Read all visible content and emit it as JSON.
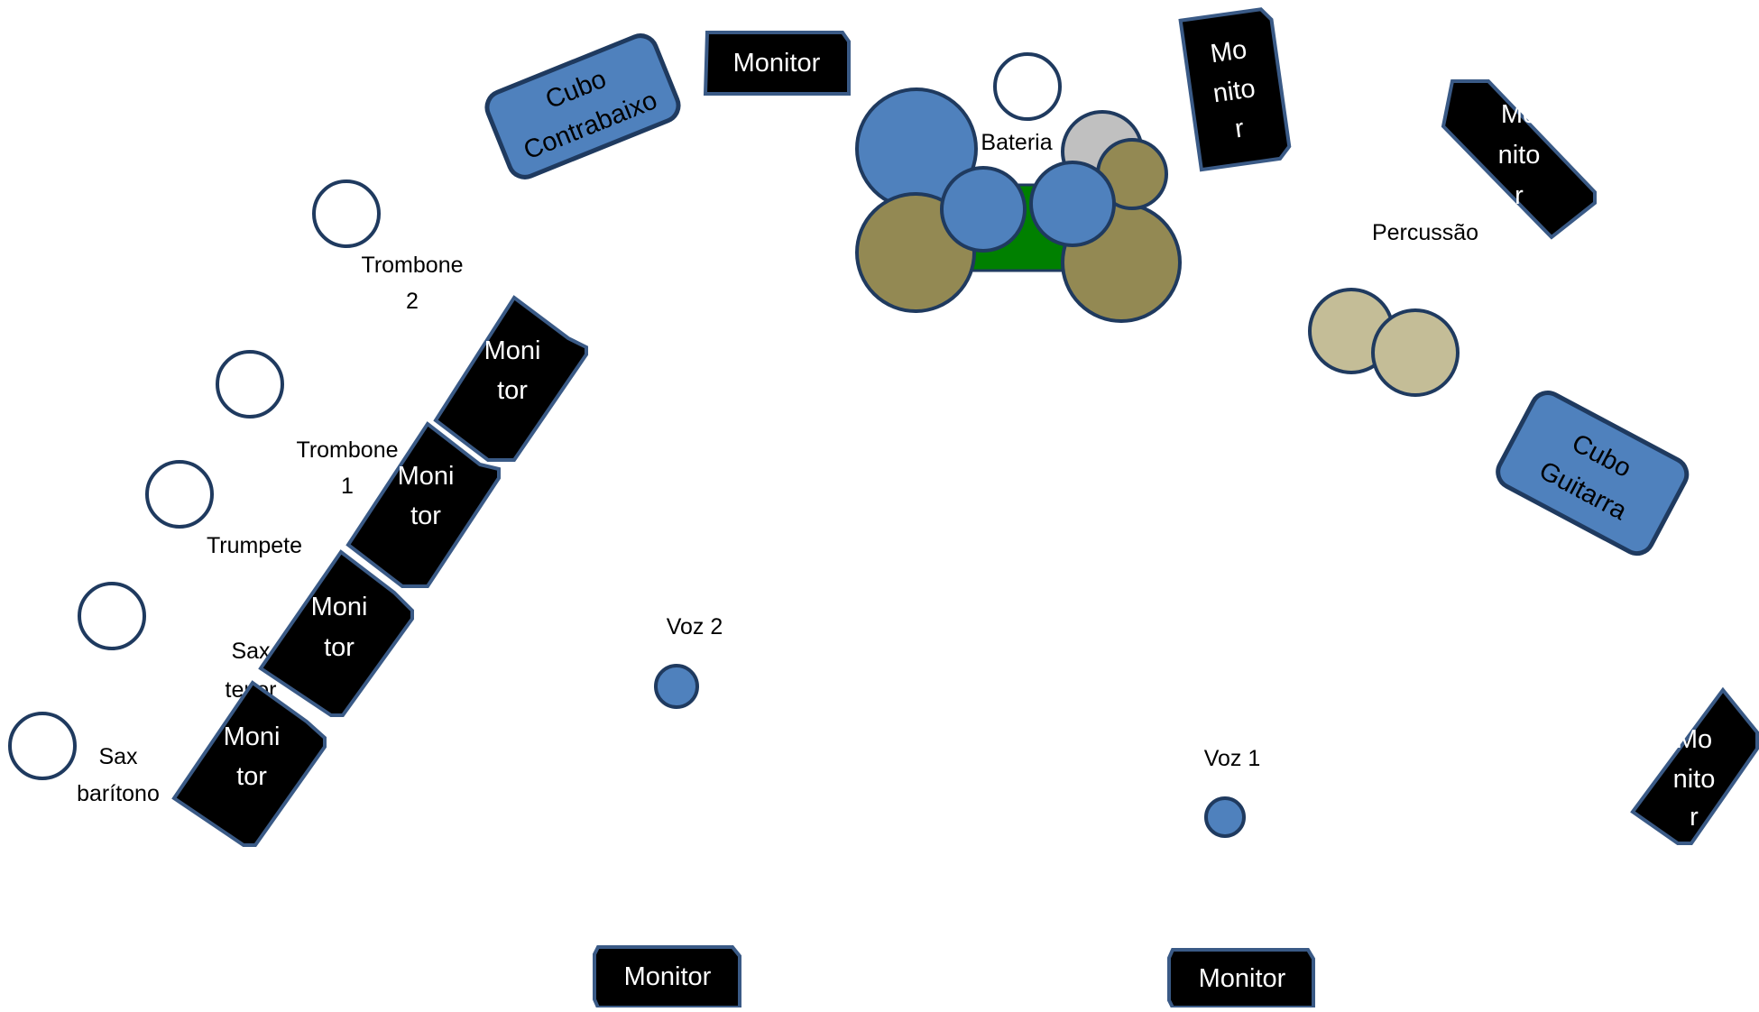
{
  "stage_plot": {
    "colors": {
      "monitor_fill": "#000000",
      "monitor_border": "#3a5a86",
      "amp_fill": "#4f81bd",
      "amp_border": "#1f3a5f",
      "drum_blue": "#4f81bd",
      "drum_olive": "#938953",
      "cymbal_grey": "#c0c0c0",
      "drum_riser": "#008000",
      "percussion": "#c4bd97",
      "ring_border": "#1f3a5f"
    },
    "amps": {
      "bass": {
        "line1": "Cubo",
        "line2": "Contrabaixo"
      },
      "guitar": {
        "line1": "Cubo",
        "line2": "Guitarra"
      }
    },
    "monitors": {
      "top": "Monitor",
      "right_top": {
        "line1": "Mo",
        "line2": "nito",
        "line3": "r"
      },
      "right_mid": {
        "line1": "Mo",
        "line2": "nito",
        "line3": "r"
      },
      "right_bottom": {
        "line1": "Mo",
        "line2": "nito",
        "line3": "r"
      },
      "horns_1": {
        "line1": "Moni",
        "line2": "tor"
      },
      "horns_2": {
        "line1": "Moni",
        "line2": "tor"
      },
      "horns_3": {
        "line1": "Moni",
        "line2": "tor"
      },
      "horns_4": {
        "line1": "Moni",
        "line2": "tor"
      },
      "bottom_left": "Monitor",
      "bottom_right": "Monitor"
    },
    "instruments": {
      "drums": "Bateria",
      "percussion": "Percussão",
      "trombone_2": {
        "line1": "Trombone",
        "line2": "2"
      },
      "trombone_1": {
        "line1": "Trombone",
        "line2": "1"
      },
      "trumpet": "Trumpete",
      "sax_tenor": {
        "line1": "Sax",
        "line2": "tenor"
      },
      "sax_baritone": {
        "line1": "Sax",
        "line2": "barítono"
      }
    },
    "vocals": {
      "voice_2": "Voz 2",
      "voice_1": "Voz 1"
    }
  }
}
